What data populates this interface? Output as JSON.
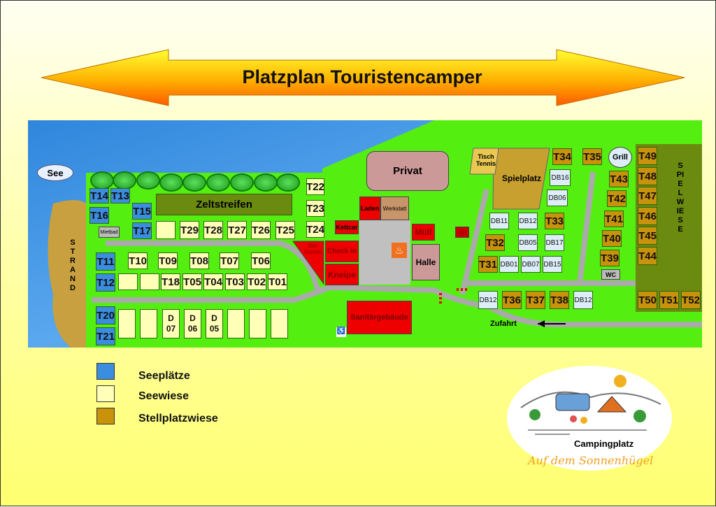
{
  "title": "Platzplan Touristencamper",
  "colors": {
    "seeplatz": "#3b8de0",
    "seewiese": "#ffffb8",
    "stellplatz": "#c8920a",
    "dauerplatz": "#ddeef8",
    "grass": "#55ee11",
    "road": "#aaaaaa",
    "building_red": "#ee0000",
    "water": "#3a8fe0"
  },
  "map": {
    "see_label": "See",
    "strand_label": "STRAND",
    "zeltstreifen": "Zeltstreifen",
    "mietbad": "Mietbad",
    "privat": "Privat",
    "laden": "Laden",
    "werkstatt": "Werkstatt",
    "kettcar": "Kettcar",
    "check_in": "Check in",
    "kneipe": "Kneipe",
    "bier_garten": "Bier Garten",
    "muell": "Müll",
    "halle": "Halle",
    "ch": "CH",
    "sanitaergebaeude": "Sanitärgebäude",
    "tischtennis": "Tisch Tennis",
    "spielplatz": "Spielplatz",
    "grill": "Grill",
    "wc": "WC",
    "spielwiese": "SPIELWIESE",
    "zufahrt": "Zufahrt",
    "plots": [
      {
        "label": "T14",
        "category": "seeplatz"
      },
      {
        "label": "T13",
        "category": "seeplatz"
      },
      {
        "label": "T16",
        "category": "seeplatz"
      },
      {
        "label": "T15",
        "category": "seeplatz"
      },
      {
        "label": "T17",
        "category": "seeplatz"
      },
      {
        "label": "T11",
        "category": "seeplatz"
      },
      {
        "label": "T12",
        "category": "seeplatz"
      },
      {
        "label": "T20",
        "category": "seeplatz"
      },
      {
        "label": "T21",
        "category": "seeplatz"
      },
      {
        "label": "",
        "category": "seewiese"
      },
      {
        "label": "T29",
        "category": "seewiese"
      },
      {
        "label": "T28",
        "category": "seewiese"
      },
      {
        "label": "T27",
        "category": "seewiese"
      },
      {
        "label": "T26",
        "category": "seewiese"
      },
      {
        "label": "T25",
        "category": "seewiese"
      },
      {
        "label": "T24",
        "category": "seewiese"
      },
      {
        "label": "T23",
        "category": "seewiese"
      },
      {
        "label": "T22",
        "category": "seewiese"
      },
      {
        "label": "T10",
        "category": "seewiese"
      },
      {
        "label": "T09",
        "category": "seewiese"
      },
      {
        "label": "T08",
        "category": "seewiese"
      },
      {
        "label": "T07",
        "category": "seewiese"
      },
      {
        "label": "T06",
        "category": "seewiese"
      },
      {
        "label": "",
        "category": "seewiese"
      },
      {
        "label": "",
        "category": "seewiese"
      },
      {
        "label": "T18",
        "category": "seewiese"
      },
      {
        "label": "T05",
        "category": "seewiese"
      },
      {
        "label": "T04",
        "category": "seewiese"
      },
      {
        "label": "T03",
        "category": "seewiese"
      },
      {
        "label": "T02",
        "category": "seewiese"
      },
      {
        "label": "T01",
        "category": "seewiese"
      },
      {
        "label": "",
        "category": "seewiese"
      },
      {
        "label": "",
        "category": "seewiese"
      },
      {
        "label": "D 07",
        "category": "seewiese"
      },
      {
        "label": "D 06",
        "category": "seewiese"
      },
      {
        "label": "D 05",
        "category": "seewiese"
      },
      {
        "label": "",
        "category": "seewiese"
      },
      {
        "label": "",
        "category": "seewiese"
      },
      {
        "label": "",
        "category": "seewiese"
      },
      {
        "label": "T34",
        "category": "stellplatz"
      },
      {
        "label": "T35",
        "category": "stellplatz"
      },
      {
        "label": "T49",
        "category": "stellplatz"
      },
      {
        "label": "T48",
        "category": "stellplatz"
      },
      {
        "label": "T47",
        "category": "stellplatz"
      },
      {
        "label": "T46",
        "category": "stellplatz"
      },
      {
        "label": "T45",
        "category": "stellplatz"
      },
      {
        "label": "T44",
        "category": "stellplatz"
      },
      {
        "label": "DB16",
        "category": "dauerplatz"
      },
      {
        "label": "DB06",
        "category": "dauerplatz"
      },
      {
        "label": "DB11",
        "category": "dauerplatz"
      },
      {
        "label": "DB12",
        "category": "dauerplatz"
      },
      {
        "label": "T33",
        "category": "stellplatz"
      },
      {
        "label": "T32",
        "category": "stellplatz"
      },
      {
        "label": "DB05",
        "category": "dauerplatz"
      },
      {
        "label": "DB17",
        "category": "dauerplatz"
      },
      {
        "label": "T31",
        "category": "stellplatz"
      },
      {
        "label": "DB01",
        "category": "dauerplatz"
      },
      {
        "label": "DB07",
        "category": "dauerplatz"
      },
      {
        "label": "DB15",
        "category": "dauerplatz"
      },
      {
        "label": "T43",
        "category": "stellplatz"
      },
      {
        "label": "T42",
        "category": "stellplatz"
      },
      {
        "label": "T41",
        "category": "stellplatz"
      },
      {
        "label": "T40",
        "category": "stellplatz"
      },
      {
        "label": "T39",
        "category": "stellplatz"
      },
      {
        "label": "DB12",
        "category": "dauerplatz"
      },
      {
        "label": "T36",
        "category": "stellplatz"
      },
      {
        "label": "T37",
        "category": "stellplatz"
      },
      {
        "label": "T38",
        "category": "stellplatz"
      },
      {
        "label": "DB12",
        "category": "dauerplatz"
      },
      {
        "label": "T50",
        "category": "stellplatz"
      },
      {
        "label": "T51",
        "category": "stellplatz"
      },
      {
        "label": "T52",
        "category": "stellplatz"
      }
    ]
  },
  "legend": [
    {
      "label": "Seeplätze",
      "color": "#3b8de0"
    },
    {
      "label": "Seewiese",
      "color": "#ffffb8"
    },
    {
      "label": "Stellplatzwiese",
      "color": "#c8920a"
    }
  ],
  "logo": {
    "name": "Campingplatz",
    "tagline": "Auf dem Sonnenhügel"
  }
}
